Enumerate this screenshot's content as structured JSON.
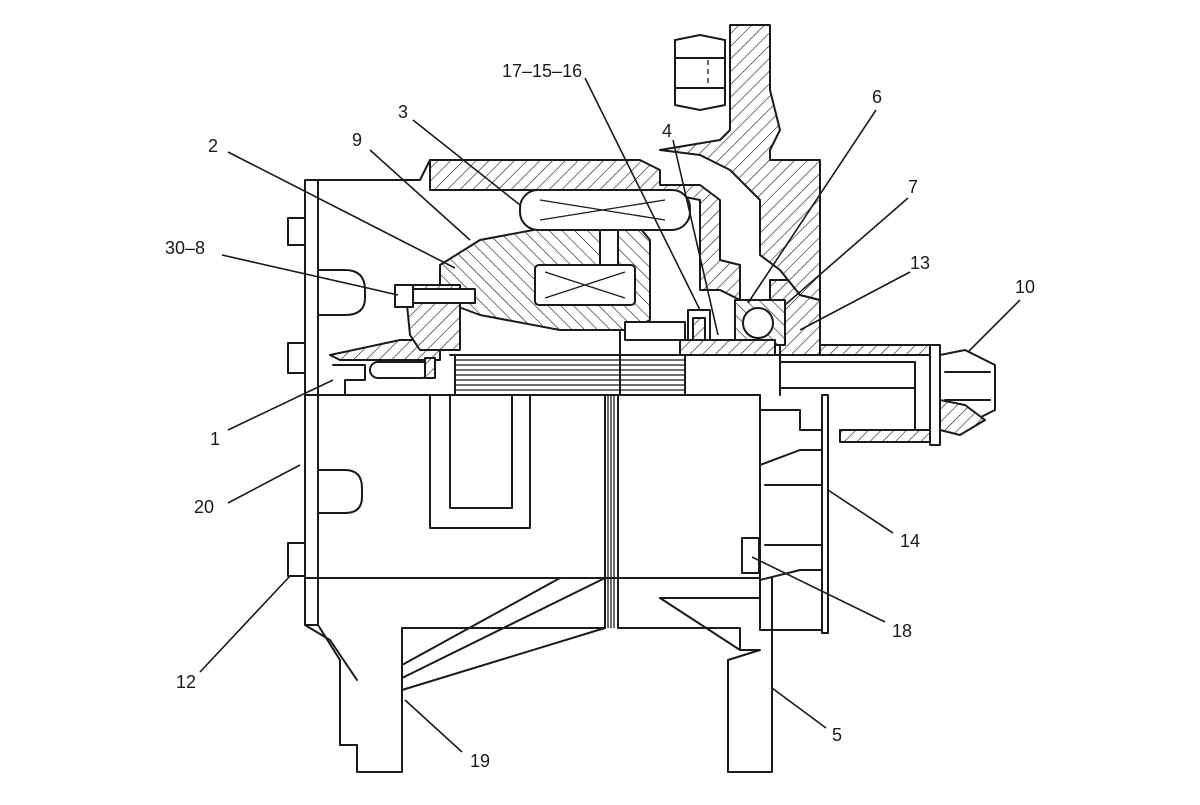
{
  "callouts": {
    "c_17_15_16": "17–15–16",
    "c_3": "3",
    "c_4": "4",
    "c_6": "6",
    "c_2": "2",
    "c_9": "9",
    "c_7": "7",
    "c_13": "13",
    "c_10": "10",
    "c_30_8": "30–8",
    "c_1": "1",
    "c_20": "20",
    "c_14": "14",
    "c_18": "18",
    "c_12": "12",
    "c_5": "5",
    "c_19": "19"
  }
}
